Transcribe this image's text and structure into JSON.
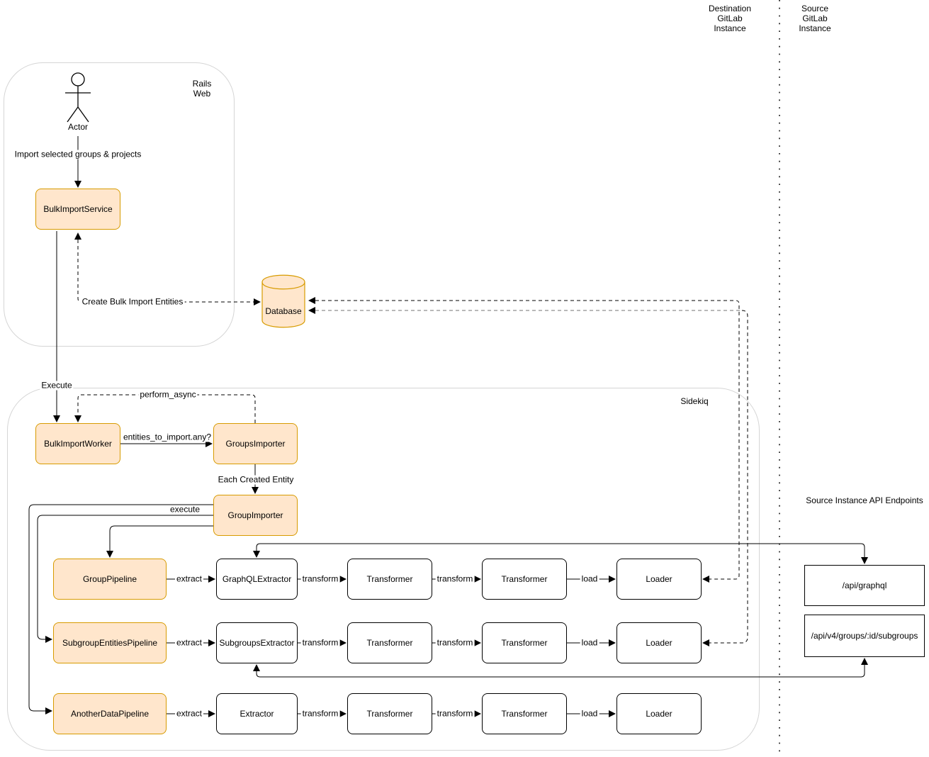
{
  "diagram": {
    "zones": {
      "destination_label": "Destination\nGitLab\nInstance",
      "source_label": "Source\nGitLab\nInstance"
    },
    "containers": {
      "rails_web": "Rails\nWeb",
      "sidekiq": "Sidekiq"
    },
    "actor": {
      "label": "Actor"
    },
    "nodes": {
      "bulk_import_service": "BulkImportService",
      "database": "Database",
      "bulk_import_worker": "BulkImportWorker",
      "groups_importer": "GroupsImporter",
      "group_importer": "GroupImporter",
      "group_pipeline": "GroupPipeline",
      "graphql_extractor": "GraphQLExtractor",
      "subgroup_entities_pipeline": "SubgroupEntitiesPipeline",
      "subgroups_extractor": "SubgroupsExtractor",
      "another_data_pipeline": "AnotherDataPipeline",
      "extractor": "Extractor",
      "transformer": "Transformer",
      "loader": "Loader"
    },
    "edges": {
      "import_selected": "Import selected groups & projects",
      "create_bulk_import_entities": "Create Bulk Import Entities",
      "execute": "Execute",
      "perform_async": "perform_async",
      "entities_to_import_any": "entities_to_import.any?",
      "each_created_entity": "Each Created Entity",
      "execute_pipeline": "execute",
      "extract": "extract",
      "transform": "transform",
      "load": "load"
    },
    "api": {
      "title": "Source Instance API Endpoints",
      "graphql_endpoint": "/api/graphql",
      "subgroups_endpoint": "/api/v4/groups/:id/subgroups"
    },
    "colors": {
      "node_fill": "#FFE6CC",
      "node_stroke": "#D79B00",
      "edge": "#000000",
      "muted_edge": "#737373",
      "container_stroke": "#D5D5D5"
    }
  }
}
